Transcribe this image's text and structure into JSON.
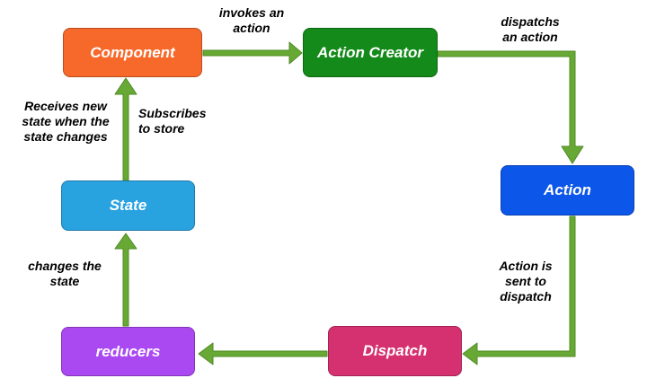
{
  "nodes": {
    "component": {
      "label": "Component",
      "color": "#f7692b"
    },
    "action_creator": {
      "label": "Action Creator",
      "color": "#138a19"
    },
    "action": {
      "label": "Action",
      "color": "#0c56e9"
    },
    "dispatch": {
      "label": "Dispatch",
      "color": "#d5306f"
    },
    "reducers": {
      "label": "reducers",
      "color": "#aa48f2"
    },
    "state": {
      "label": "State",
      "color": "#29a2e0"
    }
  },
  "edges": {
    "invokes": "invokes an\naction",
    "dispatchs": "dispatchs\nan action",
    "sent": "Action is\nsent to\ndispatch",
    "changes": "changes the\nstate",
    "receives": "Receives new\nstate when the\nstate changes",
    "subscribes": "Subscribes\nto store"
  },
  "colors": {
    "arrow": "#67a934",
    "arrow_outline": "#4f8a25"
  }
}
